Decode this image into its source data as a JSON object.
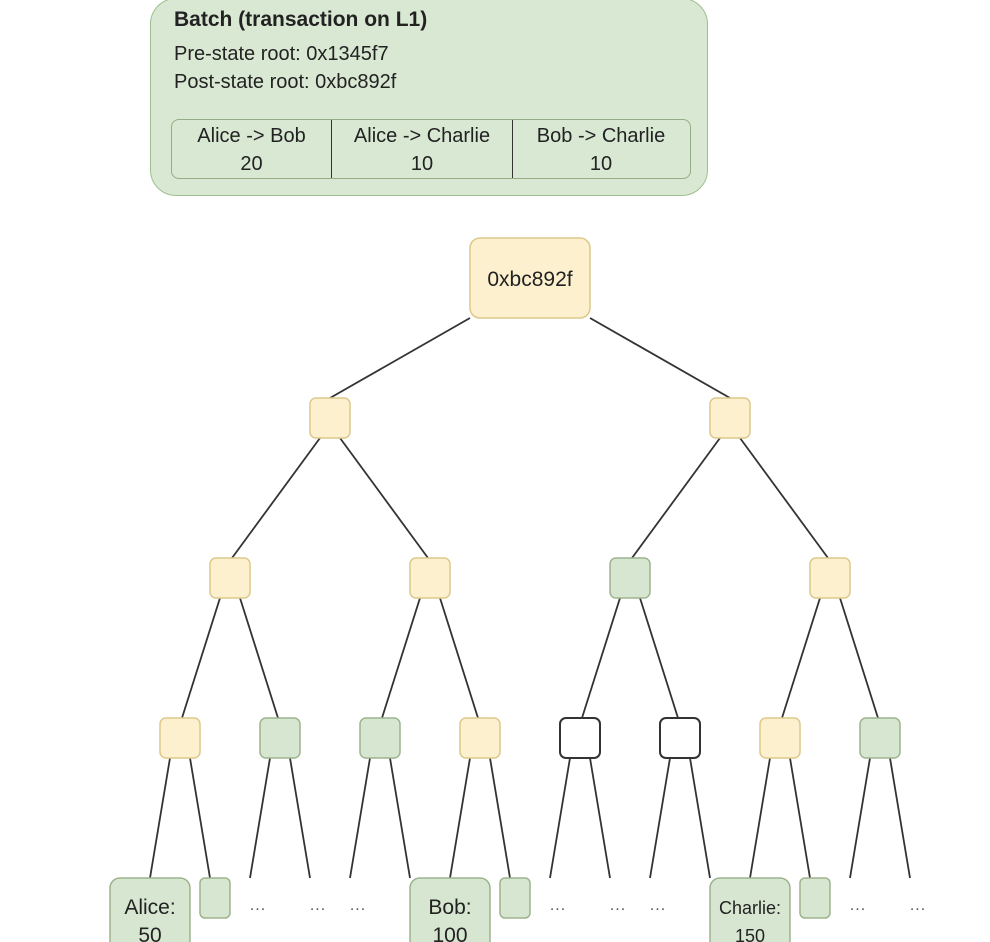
{
  "batch": {
    "title": "Batch (transaction on L1)",
    "pre_state_root": "Pre-state root: 0x1345f7",
    "post_state_root": "Post-state root: 0xbc892f",
    "transactions": [
      {
        "route": "Alice -> Bob",
        "amount": "20"
      },
      {
        "route": "Alice -> Charlie",
        "amount": "10"
      },
      {
        "route": "Bob -> Charlie",
        "amount": "10"
      }
    ]
  },
  "colors": {
    "yellow_fill": "#fdf0cf",
    "yellow_stroke": "#dcc98a",
    "green_fill": "#d7e6d1",
    "green_stroke": "#9db48f",
    "white_fill": "#ffffff",
    "white_stroke": "#333333",
    "edge": "#333333"
  },
  "tree": {
    "root": {
      "label": "0xbc892f",
      "color": "yellow"
    },
    "level1": [
      "yellow",
      "yellow"
    ],
    "level2": [
      "yellow",
      "yellow",
      "green",
      "yellow"
    ],
    "level3": [
      "yellow",
      "green",
      "green",
      "yellow",
      "white",
      "white",
      "yellow",
      "green"
    ],
    "leaves": [
      {
        "type": "account",
        "name": "Alice:",
        "balance": "50"
      },
      {
        "type": "empty"
      },
      {
        "type": "dots",
        "text": "..."
      },
      {
        "type": "dots",
        "text": "..."
      },
      {
        "type": "dots",
        "text": "..."
      },
      {
        "type": "dots",
        "text": "..."
      },
      {
        "type": "account",
        "name": "Bob:",
        "balance": "100"
      },
      {
        "type": "empty"
      },
      {
        "type": "dots",
        "text": "..."
      },
      {
        "type": "dots",
        "text": "..."
      },
      {
        "type": "dots",
        "text": "..."
      },
      {
        "type": "dots",
        "text": "..."
      },
      {
        "type": "account",
        "name": "Charlie:",
        "balance": "150"
      },
      {
        "type": "empty"
      },
      {
        "type": "dots",
        "text": "..."
      },
      {
        "type": "dots",
        "text": "..."
      }
    ]
  }
}
